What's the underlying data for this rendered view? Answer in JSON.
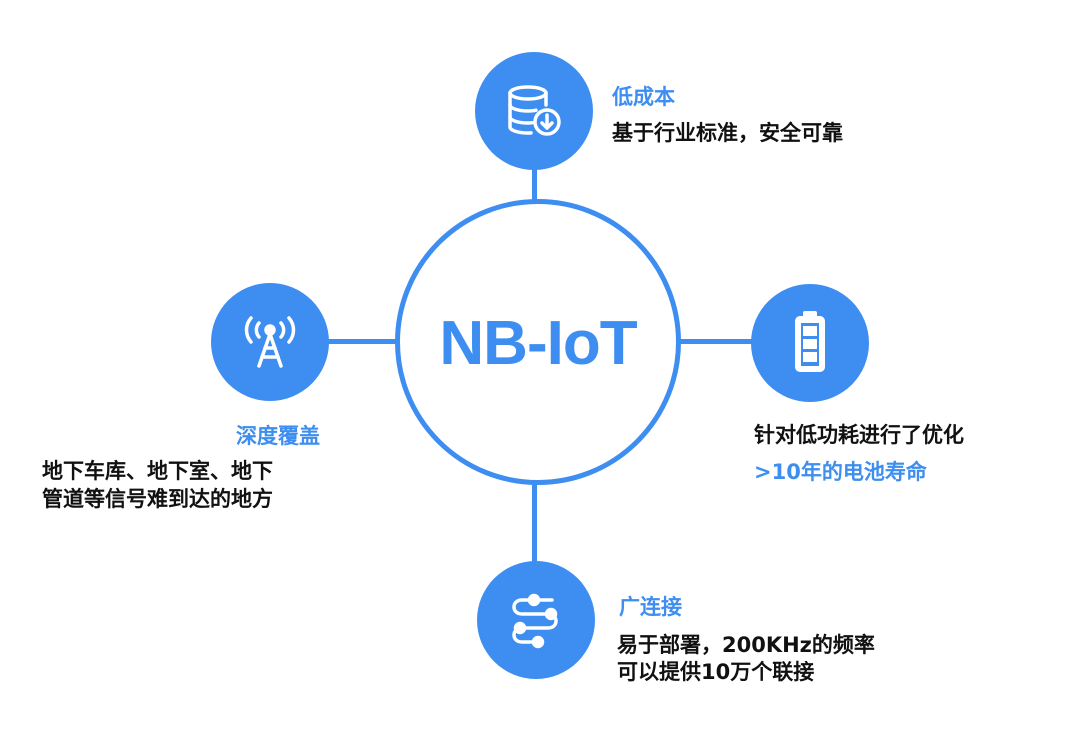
{
  "colors": {
    "accent": "#3d8ef0",
    "text": "#111111",
    "background": "#ffffff"
  },
  "center": {
    "title": "NB-IoT"
  },
  "nodes": {
    "top": {
      "icon": "database-download-icon",
      "title": "低成本",
      "lines": [
        "基于行业标准，安全可靠"
      ]
    },
    "left": {
      "icon": "signal-tower-icon",
      "title": "深度覆盖",
      "lines": [
        "地下车库、地下室、地下",
        "管道等信号难到达的地方"
      ]
    },
    "right": {
      "icon": "battery-icon",
      "lines": [
        "针对低功耗进行了优化"
      ],
      "accent_line": ">10年的电池寿命"
    },
    "bottom": {
      "icon": "connections-icon",
      "title": "广连接",
      "lines": [
        "易于部署，200KHz的频率",
        "可以提供10万个联接"
      ]
    }
  }
}
